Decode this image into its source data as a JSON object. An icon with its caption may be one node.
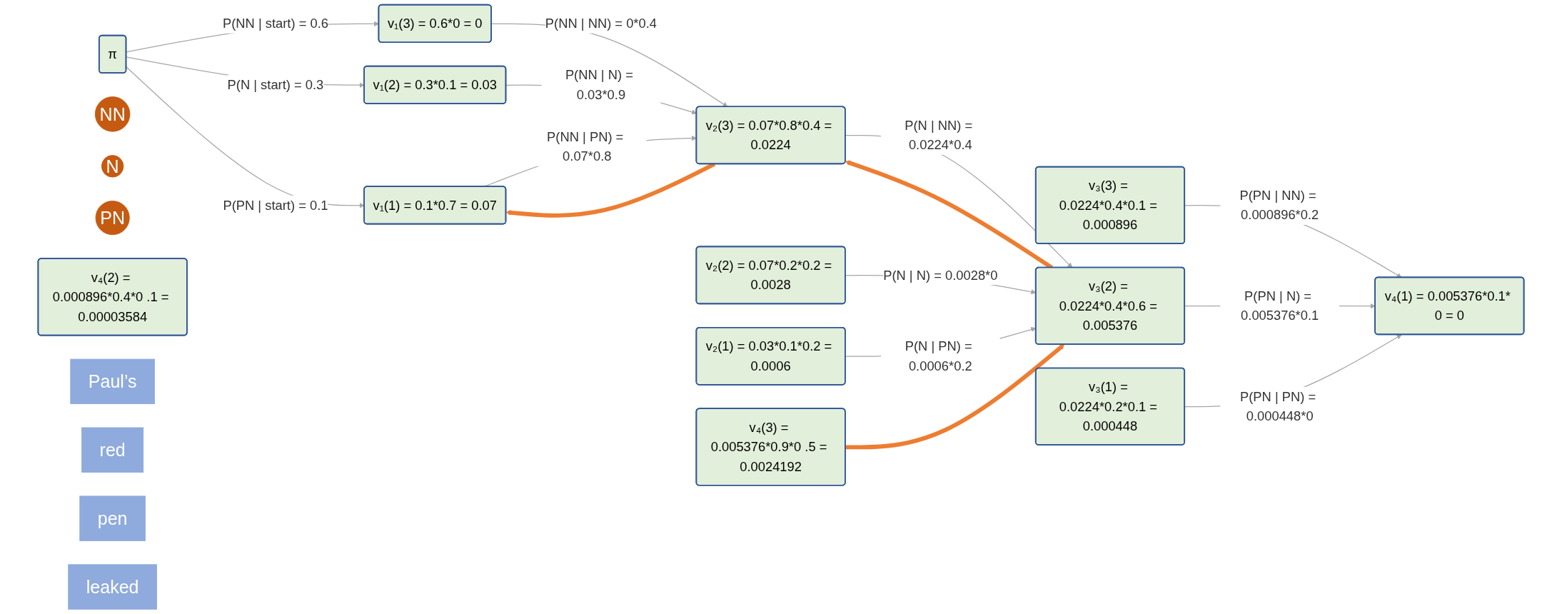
{
  "diagram": {
    "nodes": [
      {
        "text": [
          "NN"
        ]
      },
      {
        "text": [
          "N"
        ]
      },
      {
        "text": [
          "PN"
        ]
      },
      {
        "text": [
          "v₁(3) = 0.6*0 = 0"
        ]
      },
      {
        "text": [
          "v₂(3) = 0.07*0.8*0.4 = 0.0224"
        ]
      },
      {
        "text": [
          "v₃(3) = 0.0224*0.4*0.1 = 0.000896"
        ]
      },
      {
        "text": [
          "v₄(3) = 0.005376*0.9*0 .5 = 0.0024192"
        ]
      },
      {
        "text": [
          "v₁(2) = 0.3*0.1 = 0.03"
        ]
      },
      {
        "text": [
          "v₂(2) = 0.07*0.2*0.2 = 0.0028"
        ]
      },
      {
        "text": [
          "v₃(2) = 0.0224*0.4*0.6 = 0.005376"
        ]
      },
      {
        "text": [
          "v₄(2) = 0.000896*0.4*0 .1 = 0.00003584"
        ]
      },
      {
        "text": [
          "v₁(1) = 0.1*0.7 = 0.07"
        ]
      },
      {
        "text": [
          "v₂(1) = 0.03*0.1*0.2 = 0.0006"
        ]
      },
      {
        "text": [
          "v₃(1) = 0.0224*0.2*0.1 = 0.000448"
        ]
      },
      {
        "text": [
          "v₄(1) = 0.005376*0.1* 0 = 0"
        ]
      },
      {
        "text": [
          "π"
        ]
      },
      {
        "text": [
          "Paul’s"
        ]
      },
      {
        "text": [
          "red"
        ]
      },
      {
        "text": [
          "pen"
        ]
      },
      {
        "text": [
          "leaked"
        ]
      }
    ],
    "edges": [
      {
        "from": 15,
        "to": 3,
        "arrow": "to",
        "label": "P(NN | start) = 0.6"
      },
      {
        "from": 15,
        "to": 7,
        "arrow": "to",
        "label": "P(N | start) = 0.3"
      },
      {
        "from": 15,
        "to": 11,
        "arrow": "to",
        "label": "P(PN | start) = 0.1"
      },
      {
        "from": 3,
        "to": 4,
        "arrow": "to",
        "label": "P(NN | NN) = 0*0.4"
      },
      {
        "from": 7,
        "to": 4,
        "arrow": "to",
        "label": "P(NN | N) = 0.03*0.9"
      },
      {
        "from": 11,
        "to": 4,
        "arrow": "to",
        "label": "P(NN | PN) = 0.07*0.8"
      },
      {
        "from": 4,
        "to": 9,
        "arrow": "to",
        "label": "P(N | NN) = 0.0224*0.4"
      },
      {
        "from": 8,
        "to": 9,
        "arrow": "to",
        "label": "P(N | N) = 0.0028*0"
      },
      {
        "from": 12,
        "to": 9,
        "arrow": "to",
        "label": "P(N | PN) = 0.0006*0.2"
      },
      {
        "from": 5,
        "to": 14,
        "arrow": "to",
        "label": "P(PN | NN) = 0.000896*0.2"
      },
      {
        "from": 9,
        "to": 14,
        "arrow": "to",
        "label": "P(PN | N) = 0.005376*0.1"
      },
      {
        "from": 13,
        "to": 14,
        "arrow": "to",
        "label": "P(PN | PN) = 0.000448*0"
      },
      {
        "from": 6,
        "to": 9,
        "arrow": "to",
        "style": "thick",
        "color": "#ed7d31"
      },
      {
        "from": 9,
        "to": 4,
        "arrow": "to",
        "style": "thick",
        "color": "#ed7d31"
      },
      {
        "from": 4,
        "to": 11,
        "arrow": "to",
        "style": "thick",
        "color": "#ed7d31"
      }
    ]
  }
}
